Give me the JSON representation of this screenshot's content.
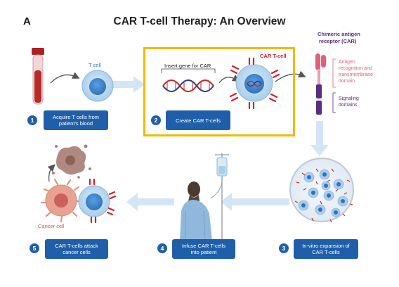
{
  "panel_letter": "A",
  "title": "CAR T-cell Therapy: An Overview",
  "labels": {
    "t_cell": "T cell",
    "insert_gene": "Insert gene for CAR",
    "car_t_cell": "CAR T-cell",
    "receptor_title_1": "Chimeric antigen",
    "receptor_title_2": "receptor (CAR)",
    "antigen_1": "Antigen",
    "antigen_2": "recognition and",
    "antigen_3": "transmembrane",
    "antigen_4": "domain",
    "signaling_1": "Signaling",
    "signaling_2": "domains",
    "cancer_cell": "Cancer cell"
  },
  "steps": [
    {
      "num": "1",
      "line1": "Acquire T cells from",
      "line2": "patient's blood"
    },
    {
      "num": "2",
      "line1": "Create CAR T-cells",
      "line2": ""
    },
    {
      "num": "3",
      "line1": "In-vitro expansion of",
      "line2": "CAR T-cells"
    },
    {
      "num": "4",
      "line1": "Infuse CAR T-cells",
      "line2": "into patient"
    },
    {
      "num": "5",
      "line1": "CAR T-cells attack",
      "line2": "cancer cells"
    }
  ],
  "colors": {
    "step_blue": "#1f5faa",
    "highlight": "#f5b800",
    "car_red": "#d4202c",
    "receptor_purple": "#5b2c83",
    "receptor_pink": "#e0607a",
    "arrow_light_blue": "#cfe3f3"
  }
}
